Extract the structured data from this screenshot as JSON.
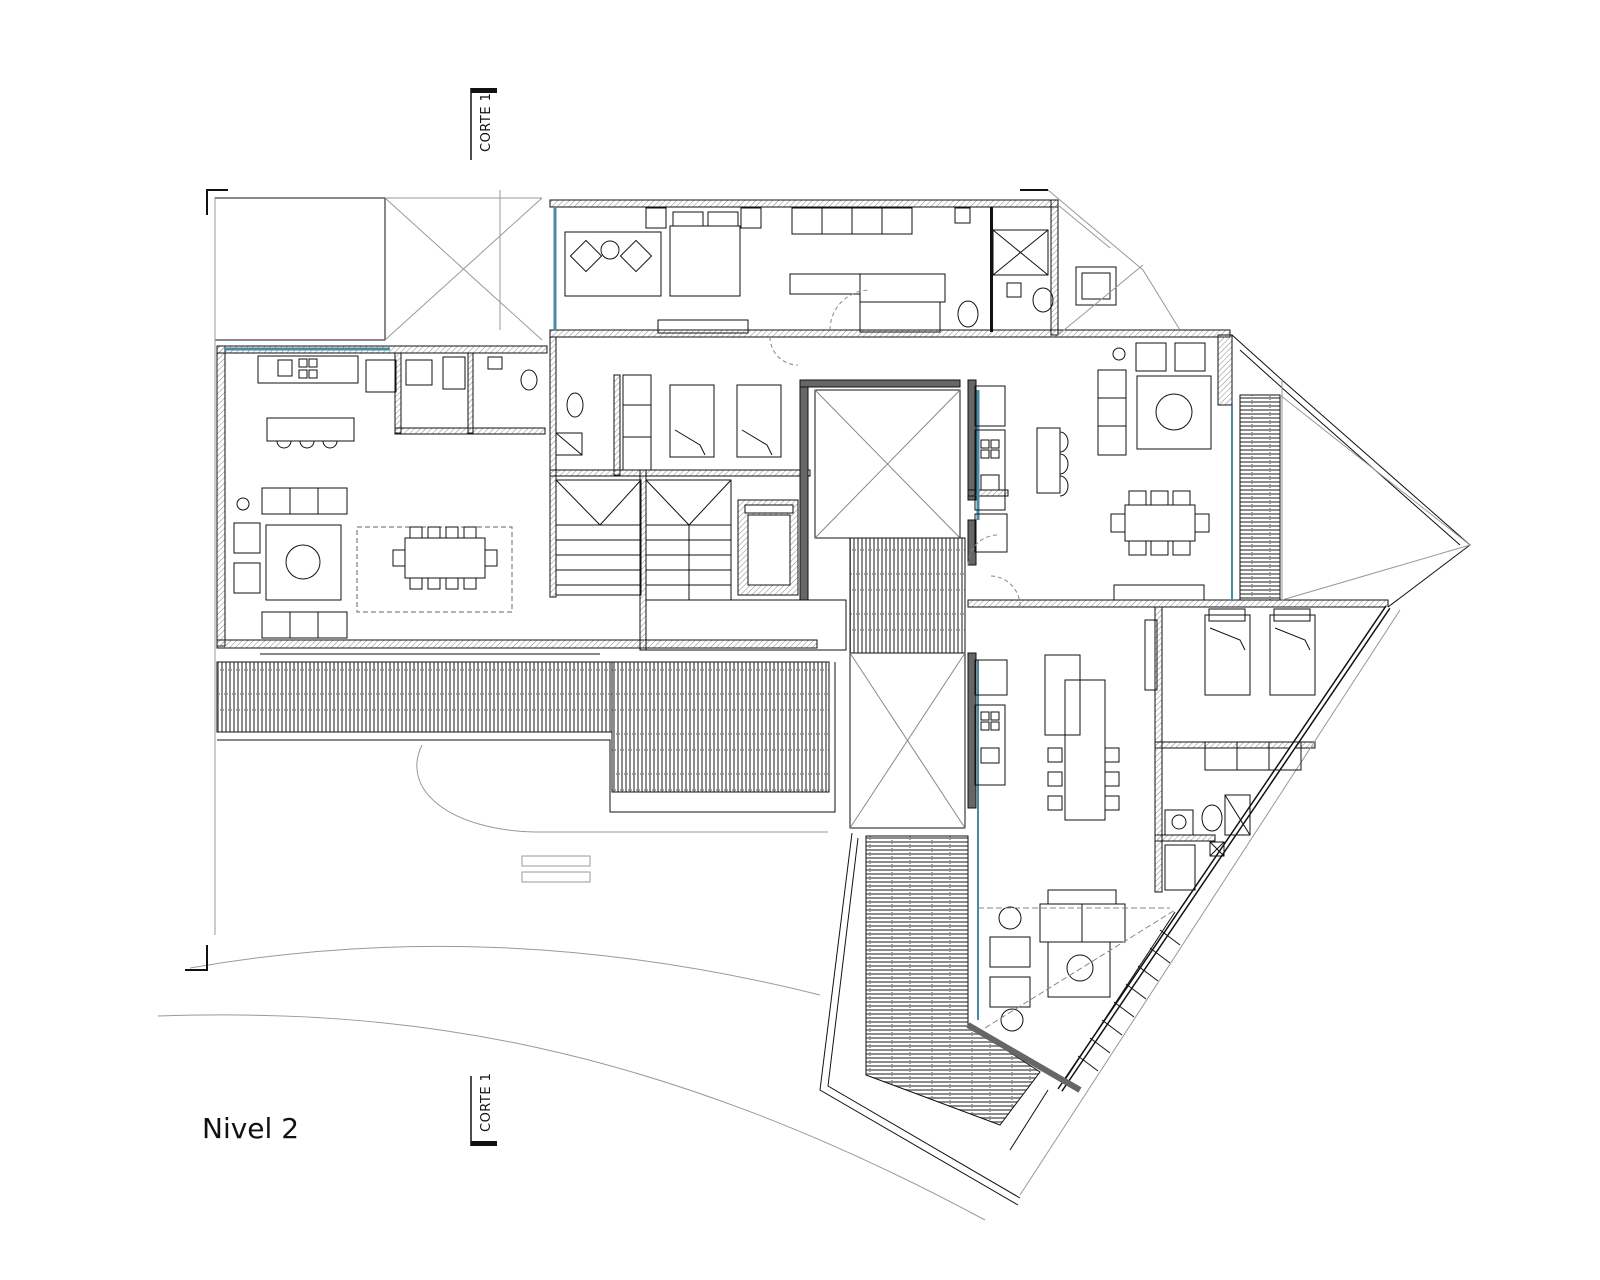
{
  "plan": {
    "level_label": "Nivel 2",
    "section_marker_top": "CORTE 1",
    "section_marker_bottom": "CORTE 1"
  },
  "colors": {
    "line": "#111111",
    "hatch": "#777777",
    "glass": "#4a8aa6",
    "deck": "#8c8c8c",
    "thin": "#999999"
  }
}
